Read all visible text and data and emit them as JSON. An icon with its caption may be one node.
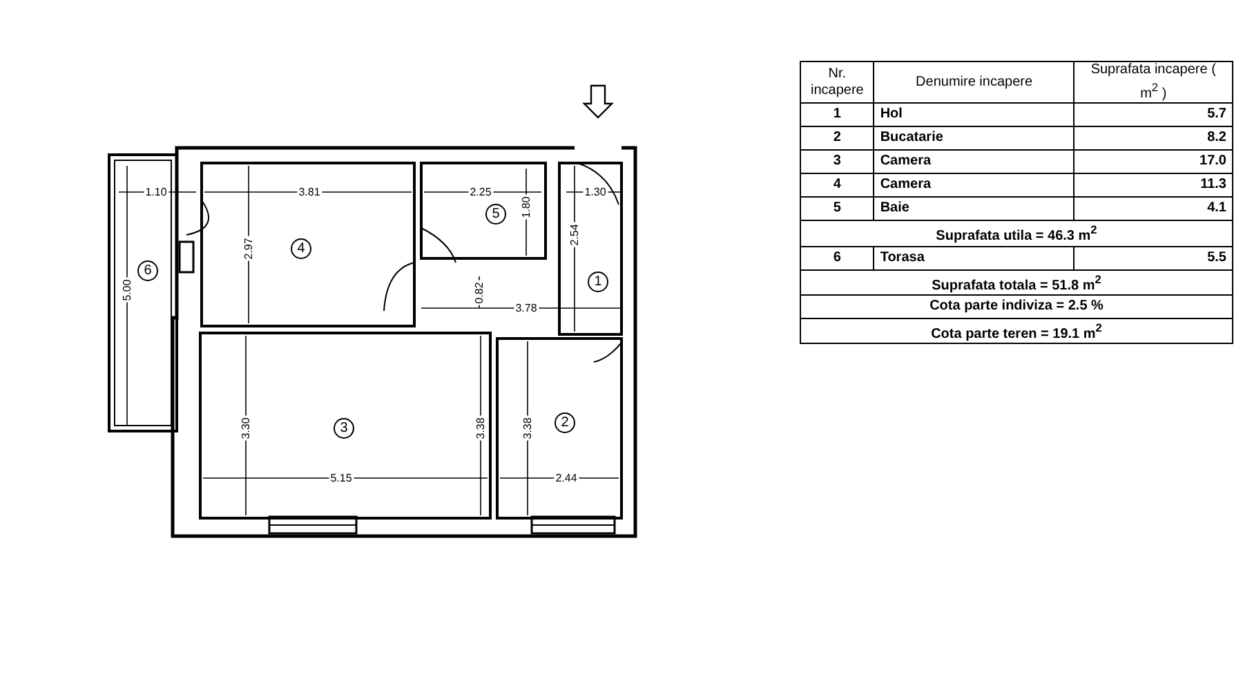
{
  "diagram": {
    "labels": [
      "1.10",
      "3.81",
      "2.25",
      "1.80",
      "1.30",
      "5",
      "2.97",
      "4",
      "2.54",
      "6",
      "5.00",
      "1",
      "0.82",
      "3.78",
      "3.30",
      "3",
      "3.38",
      "3.38",
      "2",
      "5.15",
      "2.44",
      "Nr. incapere",
      "Denumire incapere",
      "Suprafata incapere ( m$^{2}$ )",
      "1",
      "Hol",
      "5.7",
      "2",
      "Bucatarie",
      "8.2",
      "3",
      "Camera",
      "17.0",
      "4",
      "Camera",
      "11.3",
      "5",
      "Baie",
      "4.1",
      "Suprafata utila = 46.3 m$^{2}$",
      "6",
      "Torasa",
      "5.5",
      "Suprafata totala = 51.8 m$^{2}$",
      "Cota parte indiviza = 2.5 %",
      "Cota parte teren = 19.1 m$^{2}$"
    ]
  }
}
